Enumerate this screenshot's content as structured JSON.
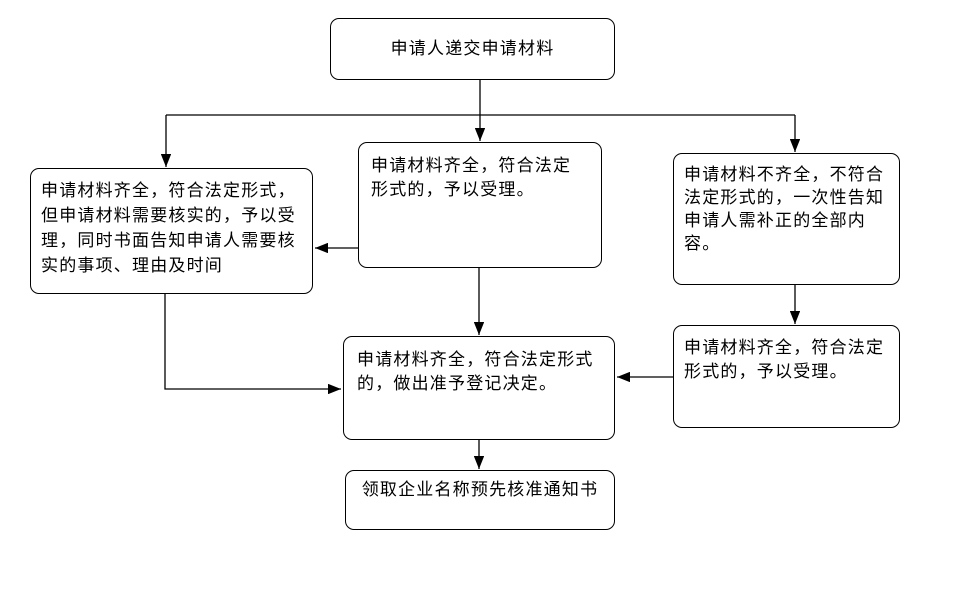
{
  "diagram": {
    "background_color": "#ffffff",
    "line_color": "#000000",
    "nodes": [
      {
        "id": "submit",
        "text": "申请人递交申请材料"
      },
      {
        "id": "verify",
        "text": "申请材料齐全，符合法定形式，但申请材料需要核实的，予以受理，同时书面告知申请人需要核实的事项、理由及时间"
      },
      {
        "id": "accept-center",
        "text": "申请材料齐全，符合法定形式的，予以受理。"
      },
      {
        "id": "incomplete",
        "text": "申请材料不齐全，不符合法定形式的，一次性告知申请人需补正的全部内容。"
      },
      {
        "id": "accept-right",
        "text": "申请材料齐全，符合法定形式的，予以受理。"
      },
      {
        "id": "decision",
        "text": "申请材料齐全，符合法定形式的，做出准予登记决定。"
      },
      {
        "id": "receive",
        "text": "领取企业名称预先核准通知书"
      }
    ]
  }
}
